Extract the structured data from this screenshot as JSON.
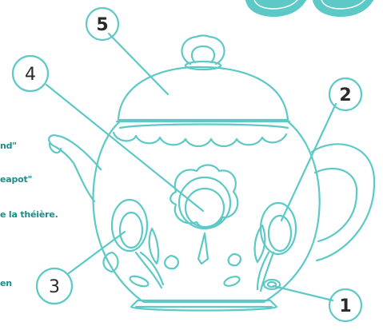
{
  "callouts": [
    {
      "number": "1"
    },
    {
      "number": "2"
    },
    {
      "number": "3"
    },
    {
      "number": "4"
    },
    {
      "number": "5"
    }
  ],
  "text_fragments": [
    "nd\"",
    "eapot\"",
    "e la théière.",
    "en"
  ],
  "colors": {
    "line": "#5dc9c6",
    "text": "#1a8c8a",
    "number": "#2a2a2a",
    "badge_fill": "#5dc9c6"
  }
}
